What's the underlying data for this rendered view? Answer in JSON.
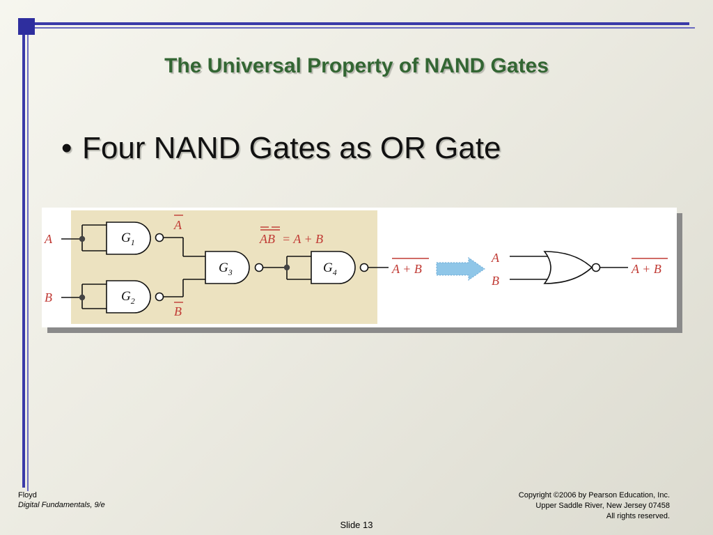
{
  "slide": {
    "title": "The Universal Property of NAND Gates",
    "bullet": "Four NAND Gates as OR Gate",
    "bullet_symbol": "•"
  },
  "diagram": {
    "inputs": [
      "A",
      "B"
    ],
    "gate_letter": "G",
    "gates": [
      "1",
      "2",
      "3",
      "4"
    ],
    "labels": {
      "a_bar": "A",
      "b_bar": "B",
      "g3_lhs": "AB",
      "g3_rhs": "= A + B",
      "g4_out": "A + B",
      "or_in_a": "A",
      "or_in_b": "B",
      "or_out": "A + B"
    },
    "colors": {
      "panel_tan": "#ece2c0",
      "label_red": "#c03a34",
      "arrow_blue": "#8fc6e8"
    }
  },
  "footer": {
    "author": "Floyd",
    "book": "Digital Fundamentals, 9/e",
    "copyright": "Copyright ©2006 by Pearson Education, Inc.",
    "address": "Upper Saddle River, New Jersey 07458",
    "rights": "All rights reserved.",
    "slide_label": "Slide 13"
  }
}
